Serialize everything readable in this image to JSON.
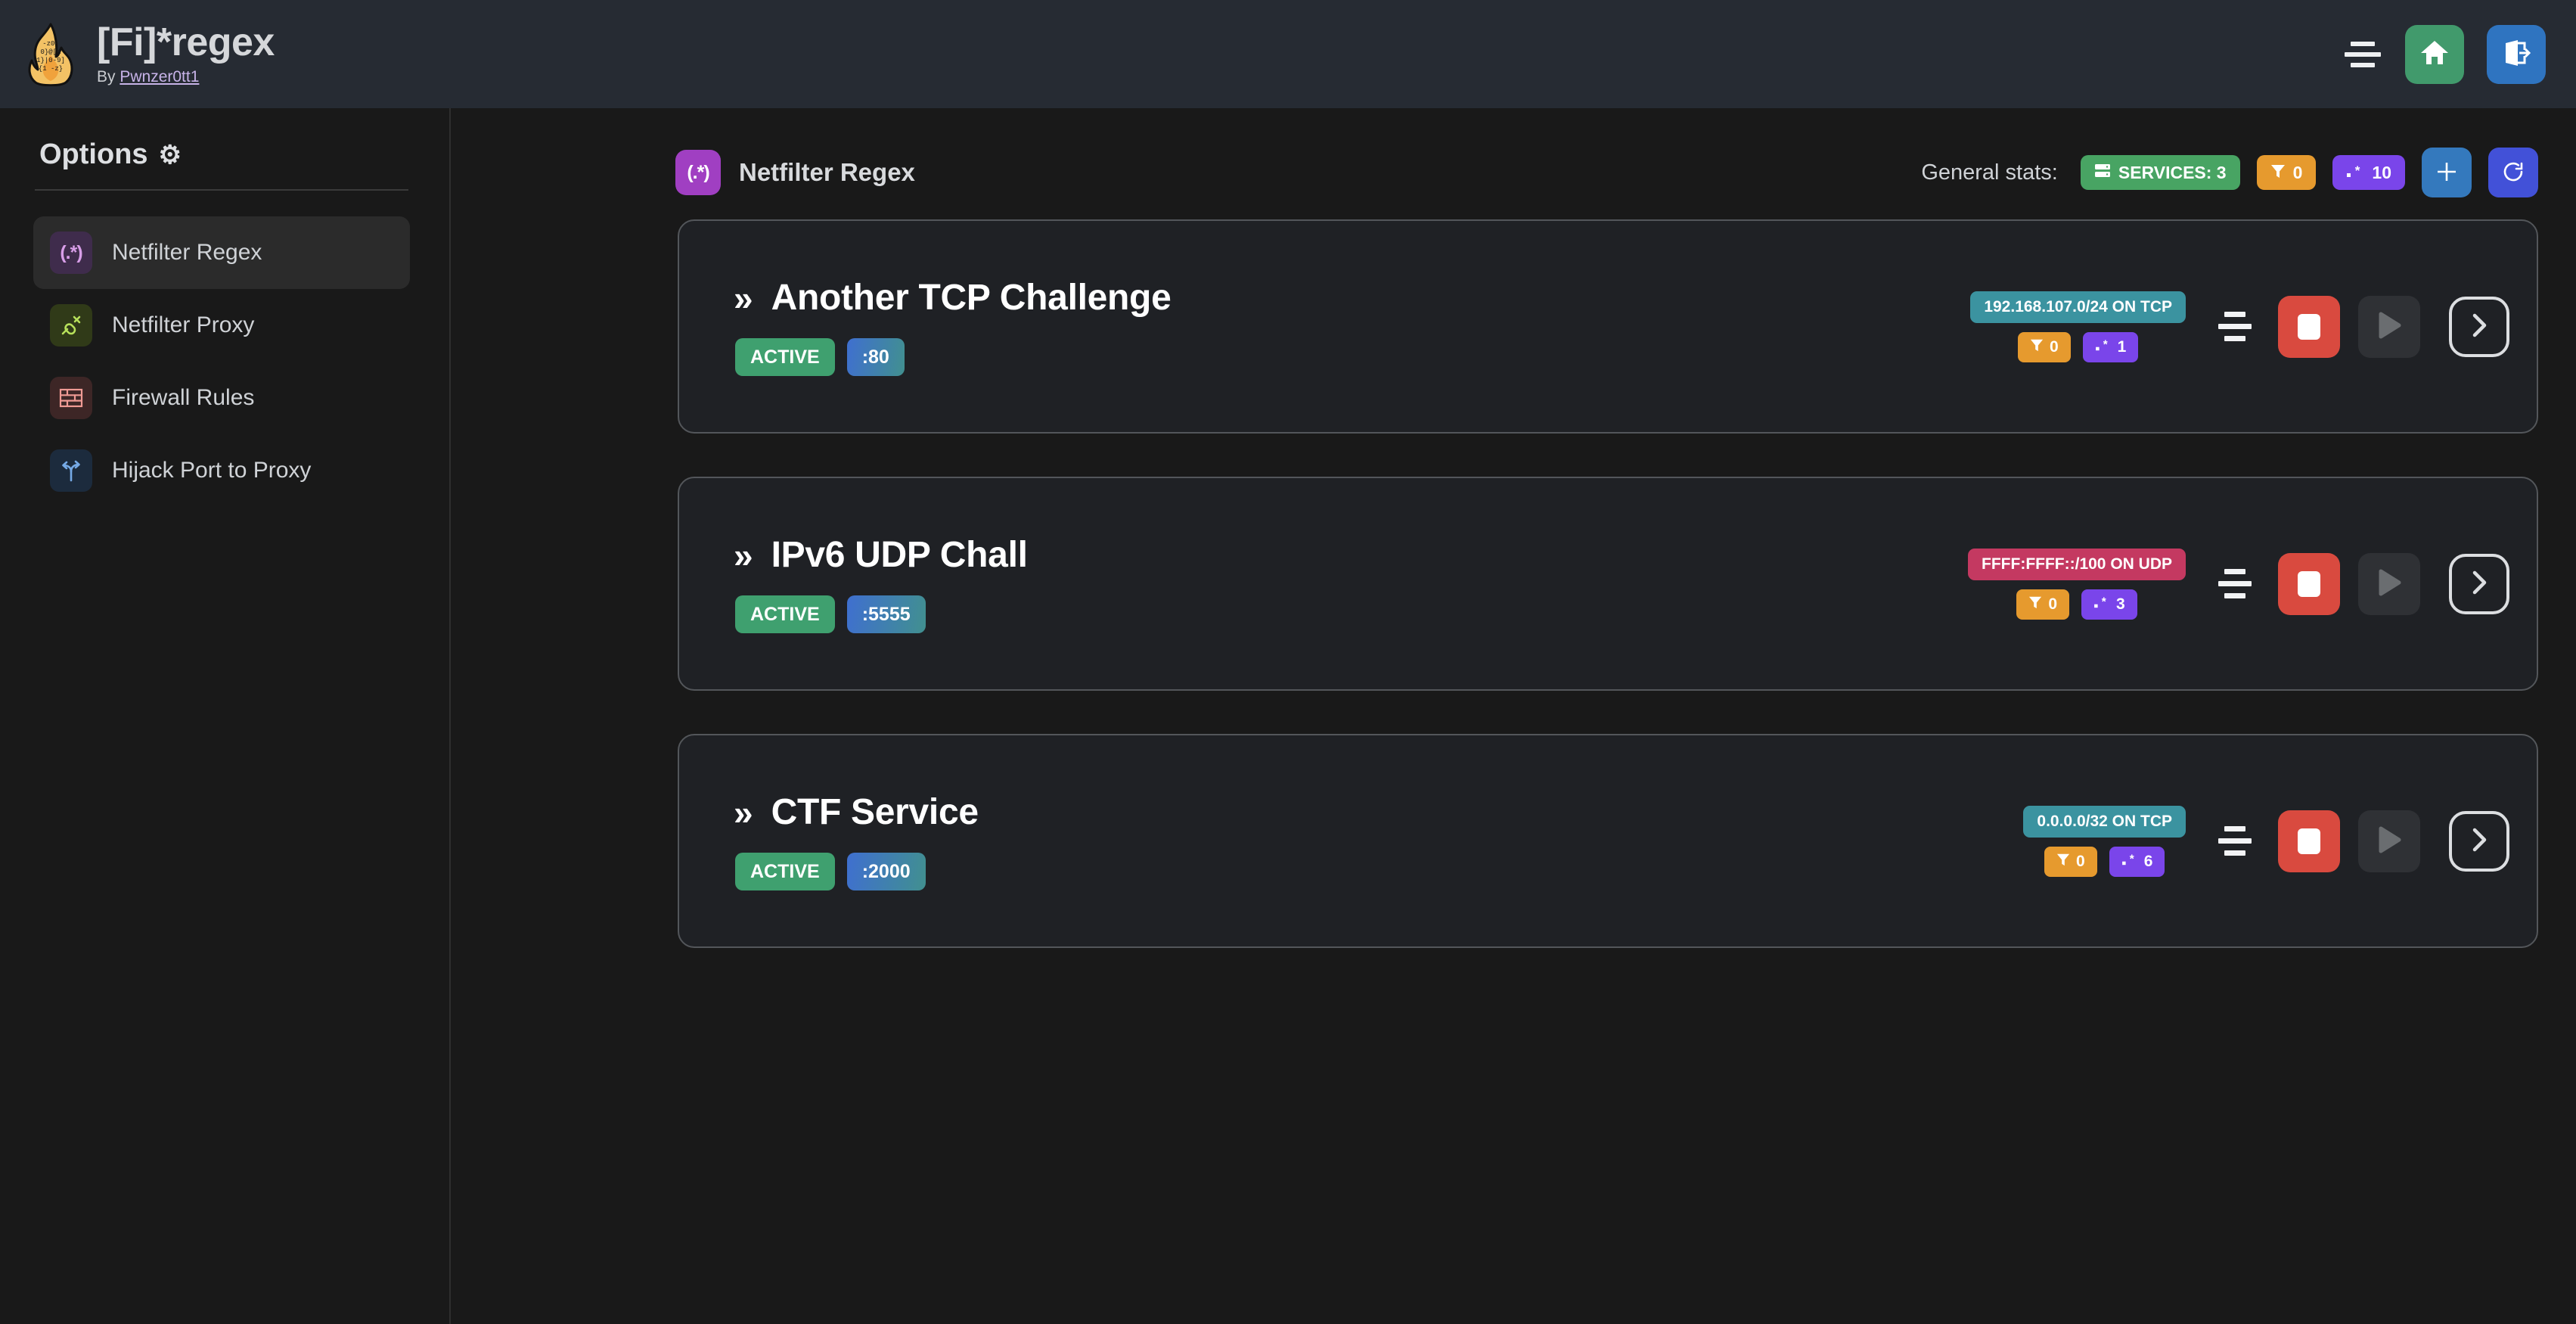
{
  "header": {
    "title": "[Fi]*regex",
    "by_prefix": "By ",
    "author": "Pwnzer0tt1",
    "logo_icon": "flame-regex-logo",
    "menu_icon": "align-center-icon",
    "home_icon": "home-icon",
    "logout_icon": "logout-icon"
  },
  "sidebar": {
    "heading": "Options",
    "gear": "⚙",
    "items": [
      {
        "label": "Netfilter Regex",
        "icon": "regex-icon",
        "glyph": "(.*)",
        "active": true
      },
      {
        "label": "Netfilter Proxy",
        "icon": "plug-icon",
        "glyph": "",
        "active": false
      },
      {
        "label": "Firewall Rules",
        "icon": "brick-wall-icon",
        "glyph": "",
        "active": false
      },
      {
        "label": "Hijack Port to Proxy",
        "icon": "fork-arrow-icon",
        "glyph": "",
        "active": false
      }
    ]
  },
  "main": {
    "page_icon_glyph": "(.*)",
    "page_title": "Netfilter Regex",
    "stats_label": "General stats:",
    "stats": [
      {
        "name": "services",
        "icon": "server-icon",
        "text": "SERVICES: 3",
        "color": "#48a463"
      },
      {
        "name": "filters",
        "icon": "filter-icon",
        "text": "0",
        "color": "#e69a2e"
      },
      {
        "name": "regexes",
        "icon": "regex-dot-star-icon",
        "text": "10",
        "color": "#7a45ea"
      }
    ],
    "add_label": "+",
    "add_icon": "plus-icon",
    "refresh_icon": "refresh-icon"
  },
  "services": [
    {
      "chevron": "»",
      "name": "Another TCP Challenge",
      "status": "ACTIVE",
      "port": ":80",
      "network": "192.168.107.0/24 ON TCP",
      "proto": "tcp",
      "filters": "0",
      "regexes": "1",
      "menu_icon": "align-center-icon",
      "stop_icon": "stop-icon",
      "play_icon": "play-icon",
      "details_icon": "chevron-right-icon"
    },
    {
      "chevron": "»",
      "name": "IPv6 UDP Chall",
      "status": "ACTIVE",
      "port": ":5555",
      "network": "FFFF:FFFF::/100 ON UDP",
      "proto": "udp",
      "filters": "0",
      "regexes": "3",
      "menu_icon": "align-center-icon",
      "stop_icon": "stop-icon",
      "play_icon": "play-icon",
      "details_icon": "chevron-right-icon"
    },
    {
      "chevron": "»",
      "name": "CTF Service",
      "status": "ACTIVE",
      "port": ":2000",
      "network": "0.0.0.0/32 ON TCP",
      "proto": "tcp",
      "filters": "0",
      "regexes": "6",
      "menu_icon": "align-center-icon",
      "stop_icon": "stop-icon",
      "play_icon": "play-icon",
      "details_icon": "chevron-right-icon"
    }
  ],
  "colors": {
    "header_bg": "#262b33",
    "page_bg": "#191919",
    "card_bg": "#1f2125",
    "card_border": "#53565a",
    "green": "#3fa06f",
    "orange": "#e69a2e",
    "purple": "#7a45ea",
    "teal": "#3b93a0",
    "crimson": "#c43961",
    "red": "#d94a3f",
    "blue": "#3479bd",
    "indigo": "#4251d8"
  }
}
